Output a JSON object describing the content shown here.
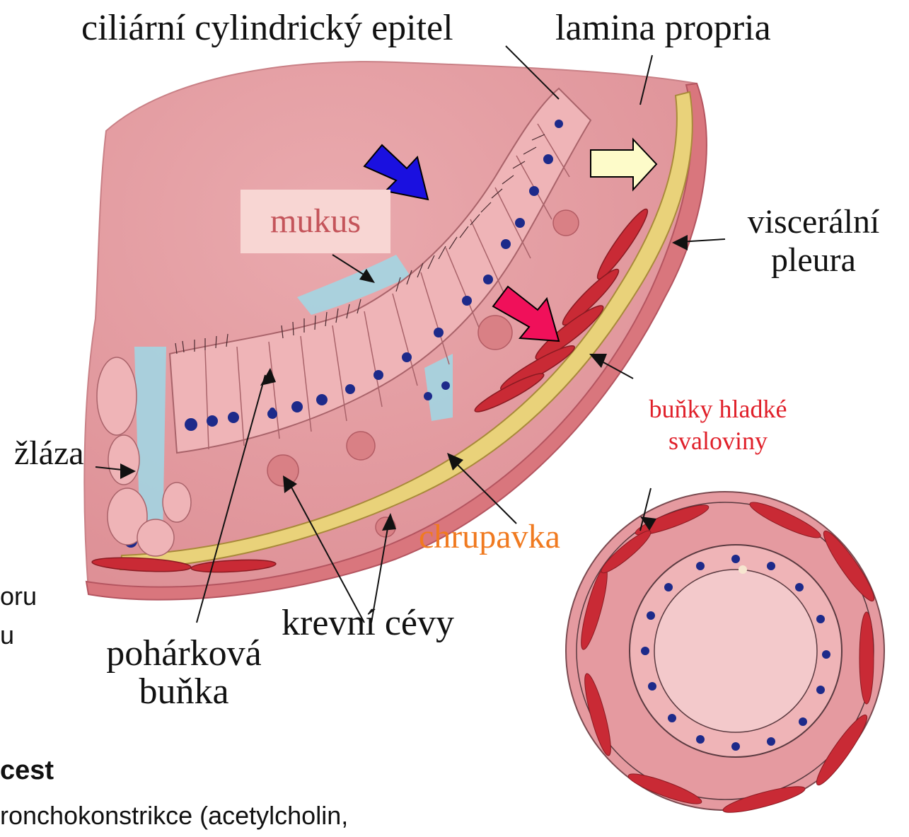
{
  "labels": {
    "cilia_epithelium": "ciliární cylindrický epitel",
    "lamina_propria": "lamina propria",
    "mucus": "mukus",
    "visceral_pleura_1": "viscerální",
    "visceral_pleura_2": "pleura",
    "smooth_muscle_1": "buňky hladké",
    "smooth_muscle_2": "svaloviny",
    "gland": "žláza",
    "cartilage": "chrupavka",
    "blood_vessels": "krevní cévy",
    "goblet_cell_1": "pohárková",
    "goblet_cell_2": "buňka"
  },
  "slide_text": {
    "fragment_1": "oru",
    "fragment_2": "u",
    "heading_fragment": "cest",
    "body_fragment": "ronchokonstrikce (acetylcholin,"
  },
  "colors": {
    "tissue": "#e8a3a6",
    "epithelium": "#efb4b7",
    "nucleus": "#1d2a8a",
    "cartilage": "#e9d27a",
    "muscle": "#c92a35",
    "mucus_blue": "#9fd8e6",
    "cilia_label": "#111111",
    "mucus_label": "#c4545a",
    "muscle_label": "#e0202a",
    "cartilage_label": "#f07a20",
    "arrow_blue": "#1a10e0",
    "arrow_yellow": "#fdfbc9",
    "arrow_pink": "#f0105a"
  },
  "icons": [
    "arrow-blue-icon",
    "arrow-yellow-icon",
    "arrow-pink-icon"
  ]
}
